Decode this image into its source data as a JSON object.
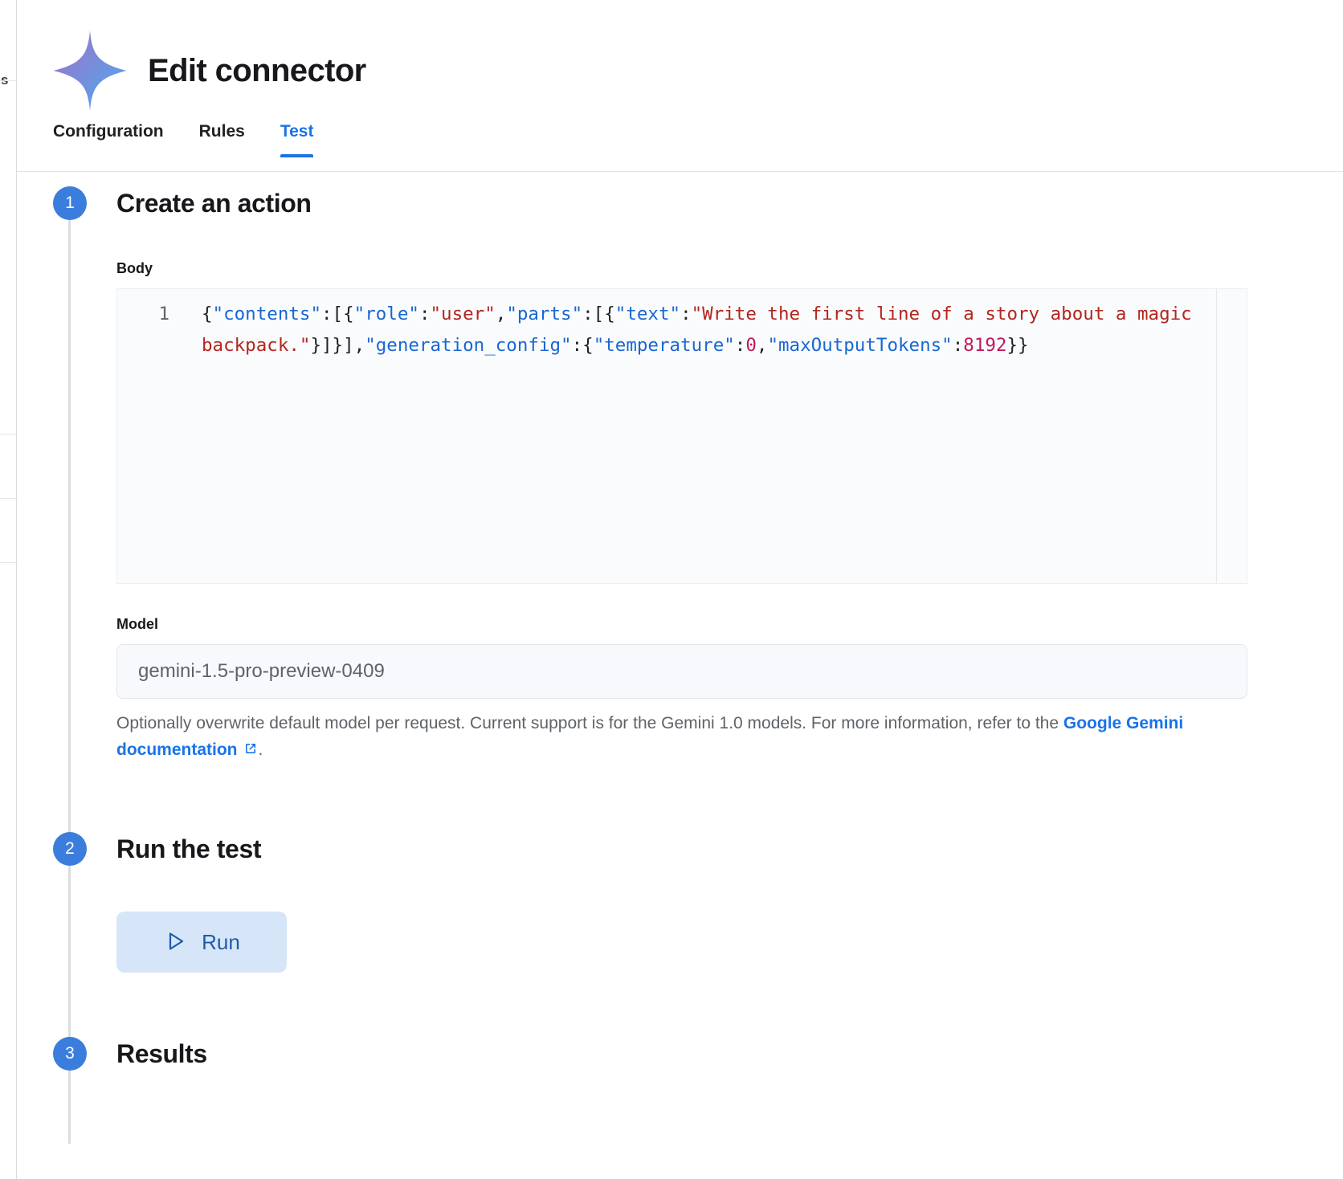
{
  "window": {
    "edge_letter": "s"
  },
  "header": {
    "title": "Edit connector",
    "logo_icon": "gemini-sparkle-icon"
  },
  "tabs": [
    {
      "label": "Configuration",
      "active": false
    },
    {
      "label": "Rules",
      "active": false
    },
    {
      "label": "Test",
      "active": true
    }
  ],
  "steps": [
    {
      "number": "1",
      "title": "Create an action"
    },
    {
      "number": "2",
      "title": "Run the test"
    },
    {
      "number": "3",
      "title": "Results"
    }
  ],
  "body_field": {
    "label": "Body",
    "line_number": "1",
    "code": {
      "t1": "{",
      "k1": "\"contents\"",
      "t2": ":[{",
      "k2": "\"role\"",
      "t3": ":",
      "v1": "\"user\"",
      "t4": ",",
      "k3": "\"parts\"",
      "t5": ":[{",
      "k4": "\"text\"",
      "t6": ":",
      "v2": "\"Write the first line of a story about a magic backpack.\"",
      "t7": "}]}],",
      "k5": "\"generation_config\"",
      "t8": ":{",
      "k6": "\"temperature\"",
      "t9": ":",
      "n1": "0",
      "t10": ",",
      "k7": "\"maxOutputTokens\"",
      "t11": ":",
      "n2": "8192",
      "t12": "}}"
    },
    "raw": "{\"contents\":[{\"role\":\"user\",\"parts\":[{\"text\":\"Write the first line of a story about a magic backpack.\"}]}],\"generation_config\":{\"temperature\":0,\"maxOutputTokens\":8192}}"
  },
  "model_field": {
    "label": "Model",
    "value": "gemini-1.5-pro-preview-0409",
    "placeholder": "gemini-1.5-pro-preview-0409",
    "help_prefix": "Optionally overwrite default model per request. Current support is for the Gemini 1.0 models. For more information, refer to the ",
    "help_link": "Google Gemini documentation",
    "help_link_icon": "external-link-icon",
    "help_suffix": "."
  },
  "run_button": {
    "label": "Run",
    "icon": "play-triangle-icon"
  },
  "colors": {
    "accent_blue": "#1a73e8",
    "step_circle": "#3b7ddd",
    "run_bg": "#d7e5f8",
    "run_fg": "#1c5cad",
    "json_key": "#1967d2",
    "json_string": "#b3261e",
    "json_number": "#c2185b",
    "muted_text": "#5f6368"
  }
}
